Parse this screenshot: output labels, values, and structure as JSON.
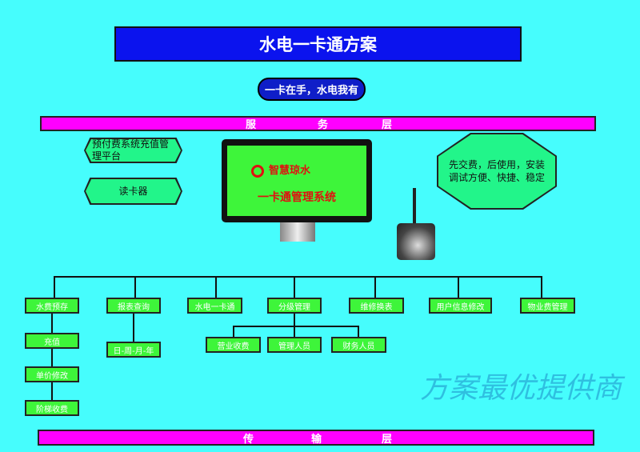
{
  "title": "水电一卡通方案",
  "slogan": "一卡在手，水电我有",
  "service_layer": [
    "服",
    "务",
    "层"
  ],
  "transport_layer": [
    "传",
    "输",
    "层"
  ],
  "left_labels": {
    "platform": "预付费系统充值管理平台",
    "reader": "读卡器"
  },
  "monitor": {
    "brand": "智慧琼水",
    "system": "一卡通管理系统"
  },
  "note": "先交费，后使用，安装调试方便、快捷、稳定",
  "tree": {
    "water_prepay": "水费预存",
    "recharge": "充值",
    "price_edit": "单价修改",
    "tier_fee": "阶梯收费",
    "report": "报表查询",
    "period": "日-周-月-年",
    "card": "水电一卡通",
    "level_mgmt": "分级管理",
    "business_fee": "营业收费",
    "admin": "管理人员",
    "finance": "财务人员",
    "repair": "维修换表",
    "user_info": "用户信息修改",
    "property_fee": "物业费管理"
  },
  "watermark": "方案最优提供商"
}
